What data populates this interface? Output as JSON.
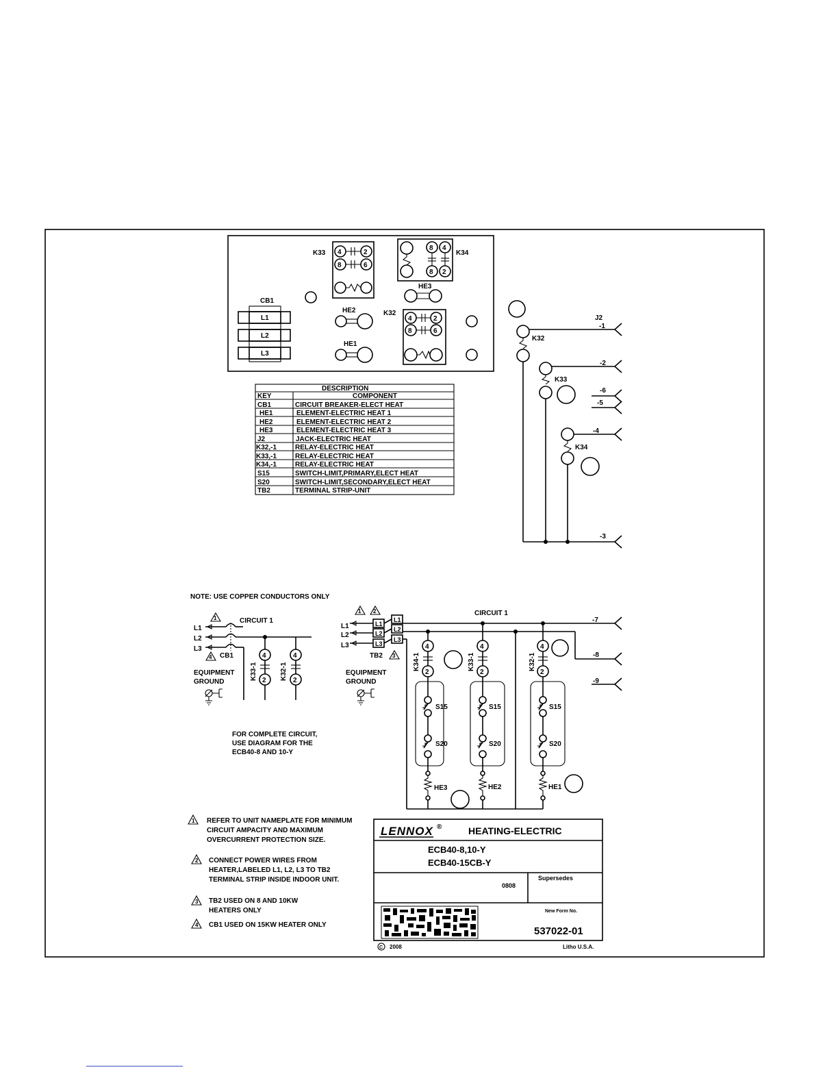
{
  "component_layout": {
    "k33": "K33",
    "k34": "K34",
    "k32": "K32",
    "cb1": "CB1",
    "he1": "HE1",
    "he2": "HE2",
    "he3": "HE3",
    "cb_poles": [
      "L1",
      "L2",
      "L3"
    ],
    "relay_pins": {
      "a": "4",
      "b": "2",
      "c": "8",
      "d": "6"
    }
  },
  "description_table": {
    "title": "DESCRIPTION",
    "headers": [
      "KEY",
      "COMPONENT"
    ],
    "rows": [
      [
        "CB1",
        "CIRCUIT BREAKER-ELECT HEAT"
      ],
      [
        "HE1",
        "ELEMENT-ELECTRIC HEAT 1"
      ],
      [
        "HE2",
        "ELEMENT-ELECTRIC HEAT 2"
      ],
      [
        "HE3",
        "ELEMENT-ELECTRIC HEAT 3"
      ],
      [
        "J2",
        "JACK-ELECTRIC HEAT"
      ],
      [
        "K32,-1",
        "RELAY-ELECTRIC HEAT"
      ],
      [
        "K33,-1",
        "RELAY-ELECTRIC HEAT"
      ],
      [
        "K34,-1",
        "RELAY-ELECTRIC HEAT"
      ],
      [
        "S15",
        "SWITCH-LIMIT,PRIMARY,ELECT HEAT"
      ],
      [
        "S20",
        "SWITCH-LIMIT,SECONDARY,ELECT HEAT"
      ],
      [
        "TB2",
        "TERMINAL STRIP-UNIT"
      ]
    ]
  },
  "control_circuit": {
    "jack": "J2",
    "pins": [
      "-1",
      "-2",
      "-6",
      "-5",
      "-4",
      "-3"
    ],
    "relays": [
      "K32",
      "K33",
      "K34"
    ]
  },
  "power_circuit": {
    "note": "NOTE: USE COPPER CONDUCTORS ONLY",
    "circuit_label": "CIRCUIT 1",
    "lines": [
      "L1",
      "L2",
      "L3"
    ],
    "cb1": "CB1",
    "tb2": "TB2",
    "equipment_ground": [
      "EQUIPMENT",
      "GROUND"
    ],
    "contacts_left": [
      "K33-1",
      "K32-1"
    ],
    "contacts_right": [
      "K34-1",
      "K33-1",
      "K32-1"
    ],
    "limit_switches": [
      "S15",
      "S20"
    ],
    "elements": [
      "HE3",
      "HE2",
      "HE1"
    ],
    "jack_pins": [
      "-7",
      "-8",
      "-9"
    ],
    "complete_circuit_note": [
      "FOR COMPLETE CIRCUIT,",
      "USE DIAGRAM FOR THE",
      "ECB40-8 AND 10-Y"
    ],
    "warning_numbers": [
      "1",
      "2",
      "3",
      "4"
    ]
  },
  "notes": [
    {
      "num": "1",
      "lines": [
        "REFER TO UNIT NAMEPLATE FOR MINIMUM",
        "CIRCUIT AMPACITY AND MAXIMUM",
        "OVERCURRENT PROTECTION SIZE."
      ]
    },
    {
      "num": "2",
      "lines": [
        "CONNECT POWER WIRES FROM",
        "HEATER,LABELED L1, L2, L3 TO TB2",
        "TERMINAL STRIP INSIDE INDOOR UNIT."
      ]
    },
    {
      "num": "3",
      "lines": [
        "TB2 USED ON 8 AND 10KW",
        "HEATERS ONLY"
      ]
    },
    {
      "num": "4",
      "lines": [
        "CB1 USED ON 15KW HEATER ONLY"
      ]
    }
  ],
  "title_block": {
    "brand": "LENNOX",
    "registered": "®",
    "title": "HEATING-ELECTRIC",
    "models": [
      "ECB40-8,10-Y",
      "ECB40-15CB-Y"
    ],
    "date_code": "0808",
    "supersedes_label": "Supersedes",
    "new_form_label": "New Form No.",
    "form_number": "537022-01",
    "copyright_symbol": "C",
    "copyright_year": "2008",
    "litho": "Litho U.S.A."
  }
}
